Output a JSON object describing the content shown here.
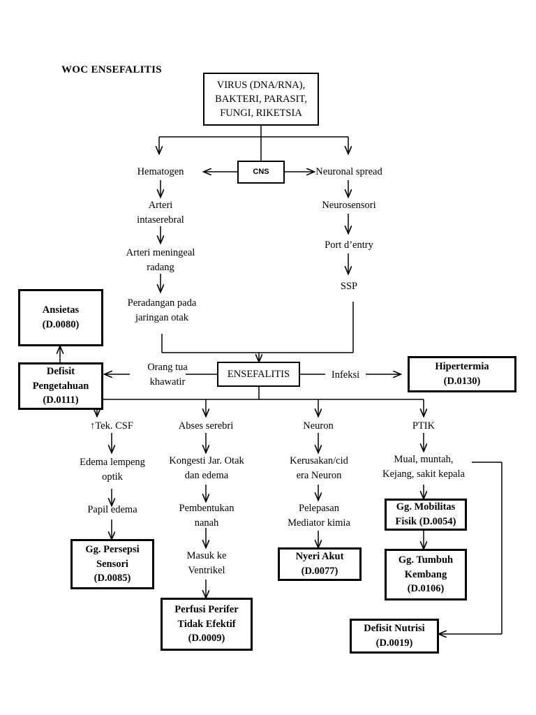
{
  "title": "WOC  ENSEFALITIS",
  "etiology_box": {
    "label": "VIRUS (DNA/RNA),\nBAKTERI, PARASIT,\nFUNGI, RIKETSIA"
  },
  "cns_box": {
    "label": "CNS"
  },
  "ensefalitis_box": {
    "label": "ENSEFALITIS"
  },
  "pathway_left": {
    "hematogen": "Hematogen",
    "arteri_intaserebral": "Arteri\nintaserebral",
    "arteri_meningeal": "Arteri meningeal\nradang",
    "peradangan": "Peradangan pada\njaringan otak"
  },
  "pathway_right": {
    "neuronal_spread": "Neuronal spread",
    "neurosensori": "Neurosensori",
    "port_dentry": "Port d’entry",
    "ssp": "SSP"
  },
  "side_labels": {
    "orang_tua_khawatir": "Orang tua\nkhawatir",
    "infeksi": "Infeksi"
  },
  "branches": {
    "tek_csf": "↑Tek. CSF",
    "abses_serebri": "Abses serebri",
    "neuron": "Neuron",
    "ptik": "PTIK"
  },
  "branch_csf": {
    "edema_lempeng_optik": "Edema lempeng\noptik",
    "papil_edema": "Papil edema"
  },
  "branch_abses": {
    "kongesti": "Kongesti Jar. Otak\ndan edema",
    "pembentukan_nanah": "Pembentukan\nnanah",
    "masuk_ventrikel": "Masuk ke\nVentrikel"
  },
  "branch_neuron": {
    "kerusakan_neuron": "Kerusakan/cid\nera Neuron",
    "pelepasan_mediator": "Pelepasan\nMediator kimia"
  },
  "branch_ptik": {
    "gejala": "Mual, muntah,\nKejang, sakit kepala"
  },
  "diagnoses": {
    "ansietas": "Ansietas\n(D.0080)",
    "defisit_pengetahuan": "Defisit\nPengetahuan\n(D.0111)",
    "hipertermia": "Hipertermia\n(D.0130)",
    "gg_persepsi_sensori": "Gg. Persepsi\nSensori\n(D.0085)",
    "perfusi_perifer": "Perfusi Perifer\nTidak Efektif\n(D.0009)",
    "nyeri_akut": "Nyeri Akut\n(D.0077)",
    "gg_mobilitas_fisik": "Gg. Mobilitas\nFisik (D.0054)",
    "gg_tumbuh_kembang": "Gg. Tumbuh\nKembang\n(D.0106)",
    "defisit_nutrisi": "Defisit Nutrisi\n(D.0019)"
  },
  "colors": {
    "ink": "#000000",
    "paper": "#ffffff"
  }
}
